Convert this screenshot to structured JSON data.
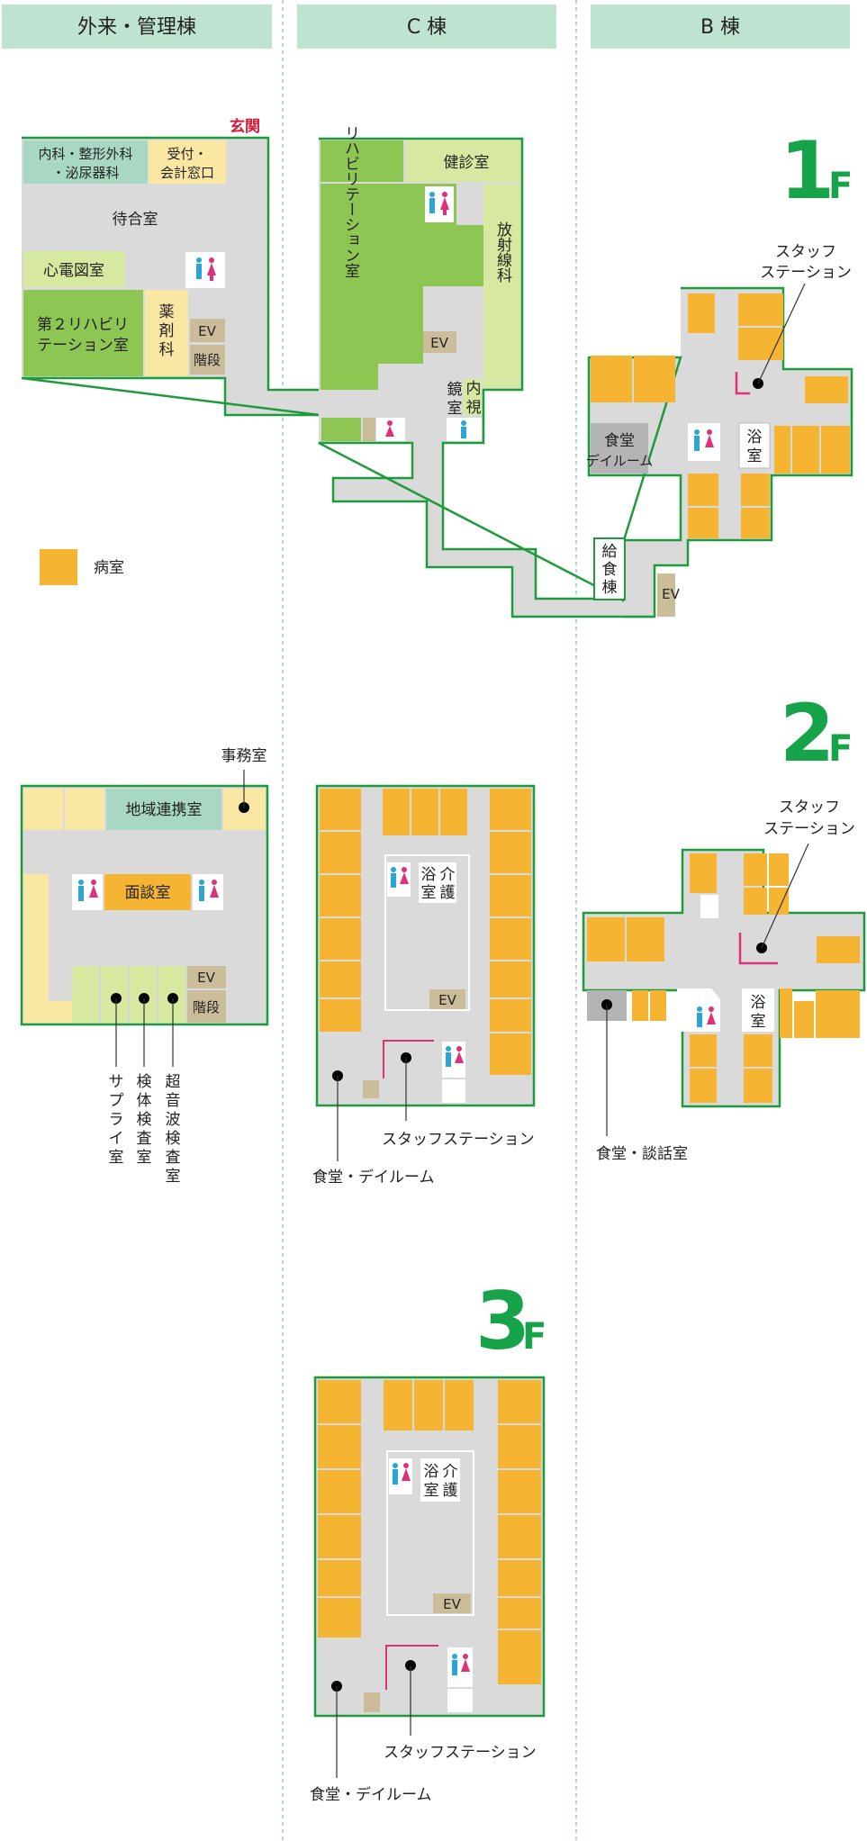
{
  "colors": {
    "ward": "#f5b431",
    "corridor": "#dadada",
    "green": "#8ec653",
    "light_green": "#d7e9a0",
    "pale_yellow": "#fbe7a4",
    "tan": "#cbbd9a",
    "mint": "#a8d8c3",
    "tab_bg": "#bfe3d1",
    "floor_label": "#16a34a",
    "wall": "#1f9a3c"
  },
  "columns": [
    "外来・管理棟",
    "C 棟",
    "B 棟"
  ],
  "legend": {
    "ward_label": "病室"
  },
  "floors": {
    "f1": {
      "num": "1",
      "unit": "F",
      "entrance": "玄関",
      "outpatient": {
        "internal": "内科・整形外科",
        "internal2": "・泌尿器科",
        "reception": "受付・",
        "reception2": "会計窓口",
        "waiting": "待合室",
        "ecg": "心電図室",
        "rehab2": "第２リハビリ",
        "rehab2b": "テーション室",
        "pharmacy": [
          "薬",
          "剤",
          "科"
        ],
        "ev": "EV",
        "stairs": "階段"
      },
      "c": {
        "checkup": "健診室",
        "rehab": "リハビリテーション室",
        "radiology": "放射線科",
        "ev": "EV",
        "endoscopy_a": "鏡",
        "endoscopy_b": "室",
        "endoscopy_c": "内",
        "endoscopy_d": "視"
      },
      "b": {
        "staff": "スタッフ",
        "staff2": "ステーション",
        "dining": "食堂",
        "dining2": "デイルーム",
        "bath_a": "浴",
        "bath_b": "室",
        "kitchen": [
          "給",
          "食",
          "棟"
        ],
        "ev": "EV"
      }
    },
    "f2": {
      "num": "2",
      "unit": "F",
      "admin": {
        "office": "事務室",
        "regional": "地域連携室",
        "interview": "面談室",
        "ev": "EV",
        "stairs": "階段",
        "supply": [
          "サ",
          "プ",
          "ラ",
          "イ",
          "室"
        ],
        "specimen": [
          "検",
          "体",
          "検",
          "査",
          "室"
        ],
        "ultrasound": [
          "超",
          "音",
          "波",
          "検",
          "査",
          "室"
        ]
      },
      "c": {
        "bath_a": "浴",
        "bath_b": "室",
        "care_a": "介",
        "care_b": "護",
        "ev": "EV",
        "staff": "スタッフステーション",
        "dining": "食堂・デイルーム"
      },
      "b": {
        "staff": "スタッフ",
        "staff2": "ステーション",
        "bath_a": "浴",
        "bath_b": "室",
        "dining": "食堂・談話室"
      }
    },
    "f3": {
      "num": "3",
      "unit": "F",
      "c": {
        "bath_a": "浴",
        "bath_b": "室",
        "care_a": "介",
        "care_b": "護",
        "ev": "EV",
        "staff": "スタッフステーション",
        "dining": "食堂・デイルーム"
      }
    }
  }
}
